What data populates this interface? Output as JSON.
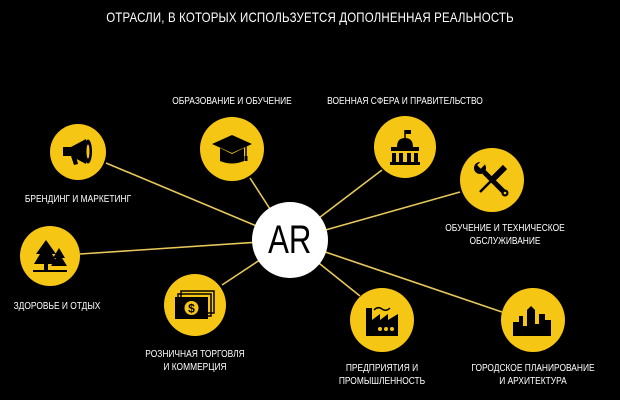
{
  "title": "ОТРАСЛИ, В КОТОРЫХ ИСПОЛЬЗУЕТСЯ ДОПОЛНЕННАЯ РЕАЛЬНОСТЬ",
  "center": "AR",
  "colors": {
    "accent": "#f6c614",
    "line": "#e6c85a",
    "background": "#000000"
  },
  "nodes": [
    {
      "icon": "megaphone-icon",
      "lines": [
        "БРЕНДИНГ И МАРКЕТИНГ"
      ]
    },
    {
      "icon": "graduation-cap-icon",
      "lines": [
        "ОБРАЗОВАНИЕ И ОБУЧЕНИЕ"
      ]
    },
    {
      "icon": "government-building-icon",
      "lines": [
        "ВОЕННАЯ СФЕРА И ПРАВИТЕЛЬСТВО"
      ]
    },
    {
      "icon": "wrench-screwdriver-icon",
      "lines": [
        "ОБУЧЕНИЕ И ТЕХНИЧЕСКОЕ",
        "ОБСЛУЖИВАНИЕ"
      ]
    },
    {
      "icon": "trees-icon",
      "lines": [
        "ЗДОРОВЬЕ И ОТДЫХ"
      ]
    },
    {
      "icon": "money-icon",
      "lines": [
        "РОЗНИЧНАЯ ТОРГОВЛЯ",
        "И КОММЕРЦИЯ"
      ]
    },
    {
      "icon": "factory-icon",
      "lines": [
        "ПРЕДПРИЯТИЯ И",
        "ПРОМЫШЛЕННОСТЬ"
      ]
    },
    {
      "icon": "city-skyline-icon",
      "lines": [
        "ГОРОДСКОЕ ПЛАНИРОВАНИЕ",
        "И АРХИТЕКТУРА"
      ]
    }
  ]
}
